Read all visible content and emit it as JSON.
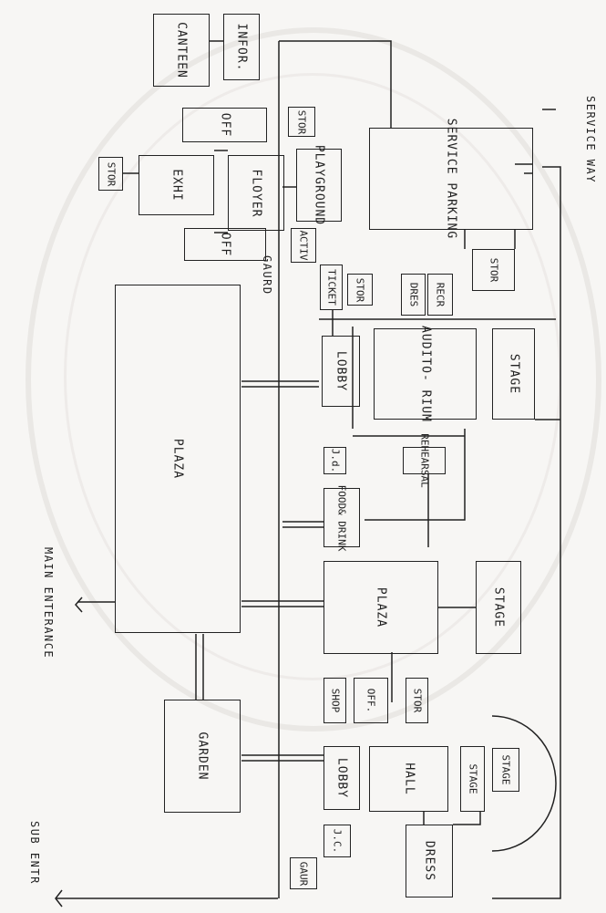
{
  "labels": {
    "service_way": "SERVICE WAY",
    "main_enterance": "MAIN ENTERANCE",
    "sub_entr": "SUB ENTR",
    "gaurd": "GAURD"
  },
  "rooms": {
    "canteen": "CANTEEN",
    "infor": "INFOR.",
    "off_top": "OFF",
    "stor_top": "STOR",
    "playground": "PLAYGROUND",
    "service_parking": "SERVICE PARKING",
    "stor_left": "STOR",
    "exhi": "EXHI",
    "floyer": "FLOYER",
    "off_bottom": "OFF",
    "activ": "ACTIV",
    "stor_service": "STOR",
    "recr": "RECR",
    "dres": "DRES",
    "stor_aud": "STOR",
    "ticket": "TICKET",
    "plaza_main": "PLAZA",
    "lobby_aud": "LOBBY",
    "auditorium": "AUDITO- RIUM",
    "stage_aud": "STAGE",
    "jd": "J.d.",
    "rehearsal": "REHEARSAL",
    "food_drink": "FOOD& DRINK",
    "plaza_second": "PLAZA",
    "stage_outdoor": "STAGE",
    "garden": "GARDEN",
    "shop": "SHOP",
    "off_hall": "OFF.",
    "stor_hall": "STOR",
    "lobby_hall": "LOBBY",
    "hall": "HALL",
    "stage_hall": "STAGE",
    "stage_arc": "STAGE",
    "jc": "J.C.",
    "dress": "DRESS",
    "gaur": "GAUR"
  }
}
